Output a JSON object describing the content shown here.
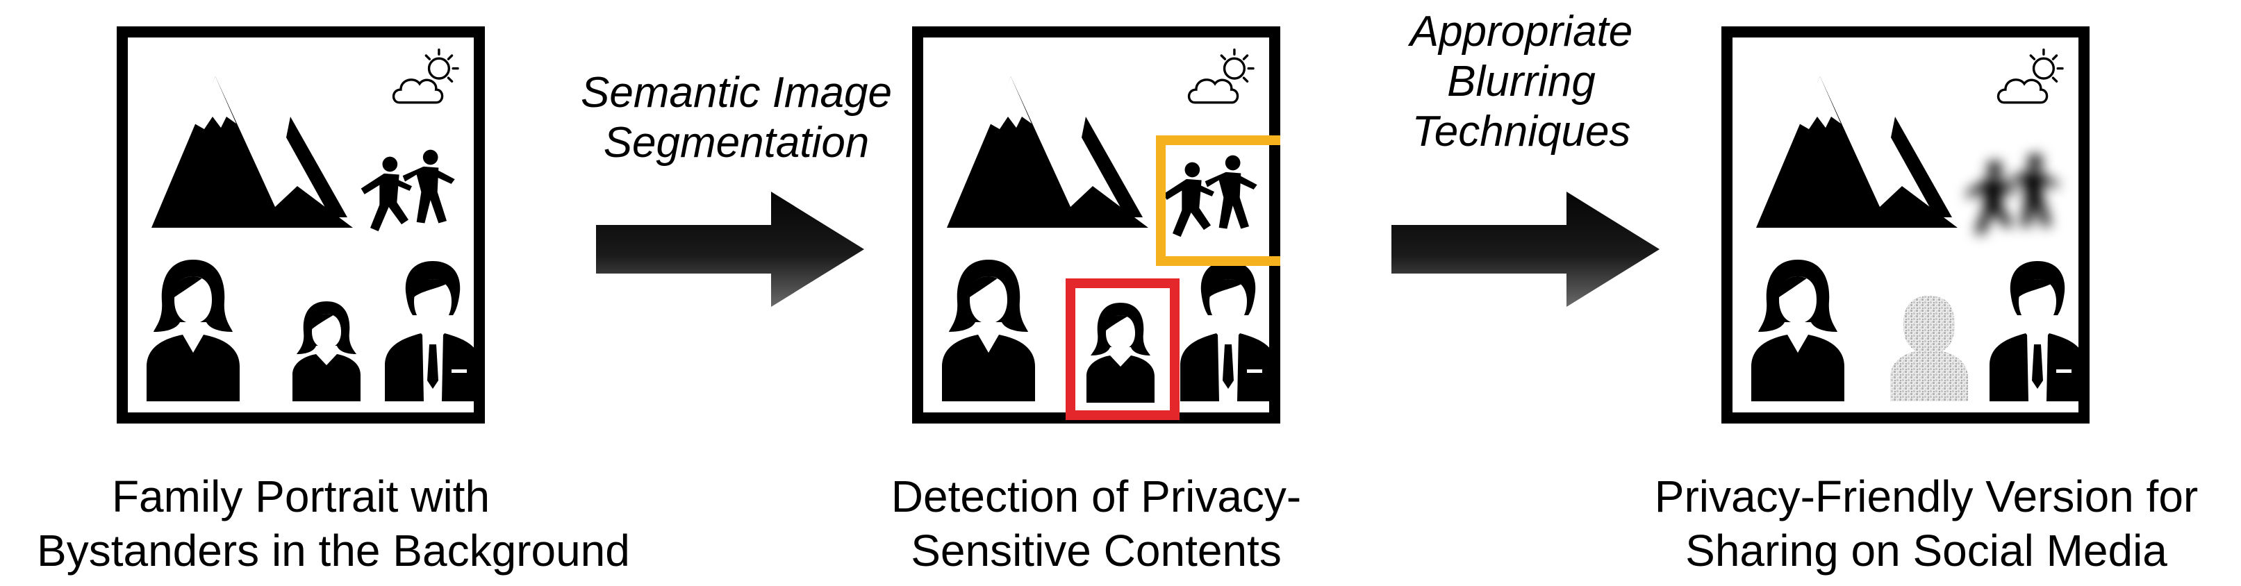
{
  "colors": {
    "ink": "#000000",
    "frame": "#000000",
    "bystander_box": "#f5b21e",
    "child_box": "#e3272b",
    "arrow_dark": "#050505",
    "arrow_light": "#6a6a6a"
  },
  "icons": [
    "mountain-icon",
    "sun-cloud-icon",
    "bystanders-icon",
    "woman-icon",
    "child-icon",
    "man-icon"
  ],
  "panels": [
    {
      "caption_line1": "Family Portrait with",
      "caption_line2": "Bystanders in the Background"
    },
    {
      "caption_line1": "Detection of Privacy-",
      "caption_line2": "Sensitive Contents"
    },
    {
      "caption_line1": "Privacy-Friendly Version for",
      "caption_line2": "Sharing on Social Media"
    }
  ],
  "steps": [
    {
      "label_line1": "Semantic Image",
      "label_line2": "Segmentation"
    },
    {
      "label_line1": "Appropriate",
      "label_line2": "Blurring",
      "label_line3": "Techniques"
    }
  ]
}
